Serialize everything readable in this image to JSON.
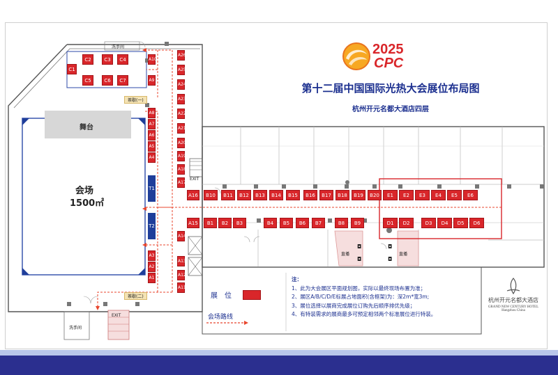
{
  "logo": {
    "year": "2025",
    "brand": "CPC"
  },
  "header": {
    "title": "第十二届中国国际光热大会展位布局图",
    "subtitle": "杭州开元名都大酒店四层"
  },
  "rooms": {
    "washroom_top": "洗手间",
    "washroom_bottom": "洗手间",
    "tea_room_1": "茶歇(一)",
    "tea_room_2": "茶歇(二)",
    "stage": "舞台",
    "hall_name": "会场",
    "hall_area": "1500㎡",
    "exit_1": "EXIT",
    "exit_2": "EXIT",
    "live_1": "直播",
    "live_2": "直播"
  },
  "booths": {
    "c_top": [
      "C2",
      "C3",
      "C4"
    ],
    "c_side": "C1",
    "c_bottom": [
      "C5",
      "C6",
      "C7"
    ],
    "a_left_top": [
      "A10",
      "A9",
      "A8",
      "A7",
      "A6",
      "A5",
      "A4"
    ],
    "a_left_bottom": [
      "A3",
      "A2",
      "A1"
    ],
    "a_right_top": [
      "A26",
      "A25",
      "A24",
      "A23",
      "A22",
      "A21",
      "A20",
      "A19",
      "A18",
      "A17"
    ],
    "a_right_bottom": [
      "A14",
      "A13",
      "A12",
      "A11"
    ],
    "t_booths": [
      "T1",
      "T2"
    ],
    "a16": "A16",
    "a15": "A15",
    "b_top": [
      "B10",
      "B11",
      "B12",
      "B13",
      "B14",
      "B15",
      "B16",
      "B17",
      "B18",
      "B19",
      "B20"
    ],
    "b_bottom_1": [
      "B1",
      "B2",
      "B3"
    ],
    "b_bottom_2": [
      "B4",
      "B5",
      "B6",
      "B7"
    ],
    "b_bottom_3": [
      "B8",
      "B9"
    ],
    "e_row": [
      "E1",
      "E2",
      "E3",
      "E4",
      "E5",
      "E6"
    ],
    "d_row_1": [
      "D1",
      "D2"
    ],
    "d_row_2": [
      "D3",
      "D4",
      "D5",
      "D6"
    ]
  },
  "legend": {
    "booth": "展　位",
    "route": "会场路线"
  },
  "notes": {
    "heading": "注：",
    "items": [
      "1、此为大会展区平面规划图，实际以最终现场布置为准；",
      "2、展区A/B/C/D/E标展占地面积(含框架)为：深2m*宽3m;",
      "3、展位选择以展商完成展位订购先后顺序排优先级；",
      "4、有特装需求的展商最多可预定相邻两个标准展位进行特装。"
    ]
  },
  "hotel": {
    "name_cn": "杭州开元名都大酒店",
    "name_en": "GRAND NEW CENTURY HOTEL",
    "city": "Hangzhou China"
  },
  "colors": {
    "booth": "#d9262a",
    "route": "#e8452c",
    "footer": "#2b2f8f",
    "highlight": "#d9262a"
  }
}
